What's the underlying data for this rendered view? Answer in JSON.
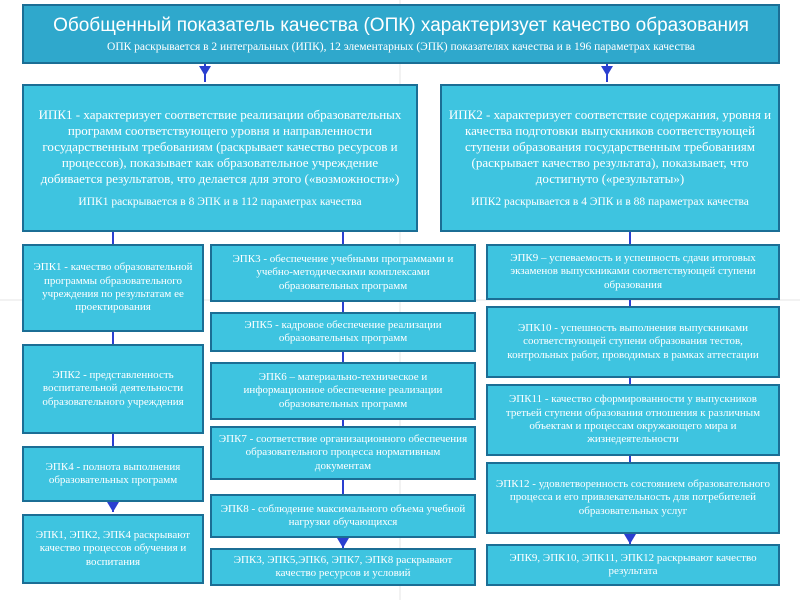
{
  "header": {
    "title": "Обобщенный показатель качества (ОПК) характеризует качество образования",
    "subtitle": "ОПК раскрывается в 2 интегральных  (ИПК), 12 элементарных  (ЭПК) показателях качества и в 196 параметрах качества"
  },
  "ipk1": {
    "text": "ИПК1    - характеризует соответствие реализации образовательных программ соответствующего уровня и направленности государственным требованиям (раскрывает качество ресурсов и процессов), показывает как образовательное учреждение добивается результатов, что делается для этого («возможности»)",
    "note": "ИПК1 раскрывается в 8 ЭПК и в 112 параметрах качества"
  },
  "ipk2": {
    "text": "ИПК2 - характеризует соответствие содержания, уровня и качества подготовки выпускников соответствующей ступени образования государственным требованиям (раскрывает качество результата), показывает, что достигнуто («результаты»)",
    "note": "ИПК2 раскрывается в 4 ЭПК и в 88 параметрах качества"
  },
  "col1": [
    "ЭПК1   - качество образовательной программы образовательного учреждения по результатам ее проектирования",
    "ЭПК2    - представленность воспитательной деятельности образовательного учреждения",
    "ЭПК4    - полнота выполнения образовательных программ",
    "ЭПК1, ЭПК2, ЭПК4 раскрывают качество процессов обучения и воспитания"
  ],
  "col2": [
    "ЭПК3    - обеспечение  учебными программами и учебно-методическими комплексами образовательных программ",
    "ЭПК5 - кадровое обеспечение реализации образовательных программ",
    "ЭПК6 – материально-техническое и информационное обеспечение реализации образовательных программ",
    "ЭПК7 - соответствие организационного обеспечения образовательного процесса нормативным документам",
    "ЭПК8 - соблюдение максимального объема учебной нагрузки обучающихся",
    "ЭПК3, ЭПК5,ЭПК6, ЭПК7, ЭПК8 раскрывают качество ресурсов и условий"
  ],
  "col3": [
    "ЭПК9 – успеваемость и успешность сдачи итоговых экзаменов выпускниками соответствующей ступени образования",
    "ЭПК10 - успешность выполнения выпускниками соответствующей ступени образования тестов, контрольных работ, проводимых в рамках аттестации",
    "ЭПК11 - качество сформированности у выпускников третьей ступени образования отношения к различным объектам и процессам окружающего мира и жизнедеятельности",
    "ЭПК12 - удовлетворенность состоянием образовательного процесса и его привлекательность для потребителей образовательных услуг",
    "ЭПК9, ЭПК10, ЭПК11, ЭПК12 раскрывают качество результата"
  ],
  "colors": {
    "box_fill": "#3ec4e0",
    "box_border": "#1b6e95",
    "connector": "#2a3fd0"
  }
}
